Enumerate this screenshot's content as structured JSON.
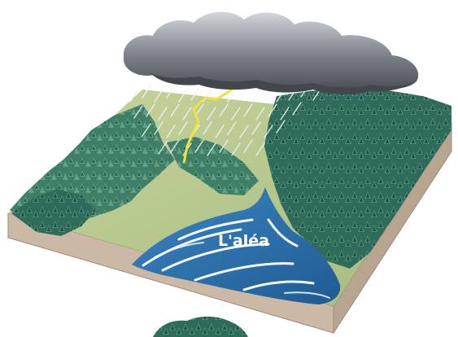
{
  "diagram": {
    "hazard_label": "L'aléa",
    "colors": {
      "storm_cloud": "#5f646b",
      "cloud_top": "#c7ccd1",
      "rain": "#e6ecf2",
      "lightning": "#f4e23a",
      "forest_dark": "#2f6b5a",
      "forest_light": "#4a8d74",
      "meadow": "#b8c98f",
      "soil_side": "#c9b7a3",
      "flood_water": "#2d6ea8",
      "wave_foam": "#ffffff"
    },
    "icons": [
      "storm-cloud",
      "lightning-bolt",
      "rain",
      "forest",
      "flood-water"
    ]
  }
}
